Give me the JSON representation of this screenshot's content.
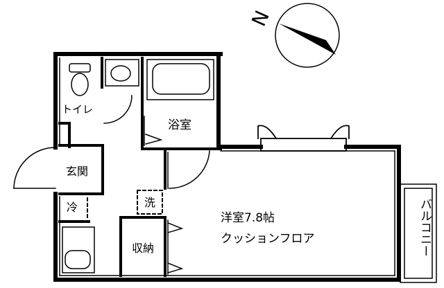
{
  "compass": {
    "label": "N"
  },
  "rooms": {
    "toilet": "トイレ",
    "bathroom": "浴室",
    "entrance": "玄関",
    "fridge": "冷",
    "washer": "洗",
    "storage": "収納",
    "main_room_name": "洋室7.8帖",
    "main_room_floor": "クッションフロア",
    "balcony": "バルコニー"
  },
  "colors": {
    "line": "#000000",
    "background": "#ffffff"
  }
}
